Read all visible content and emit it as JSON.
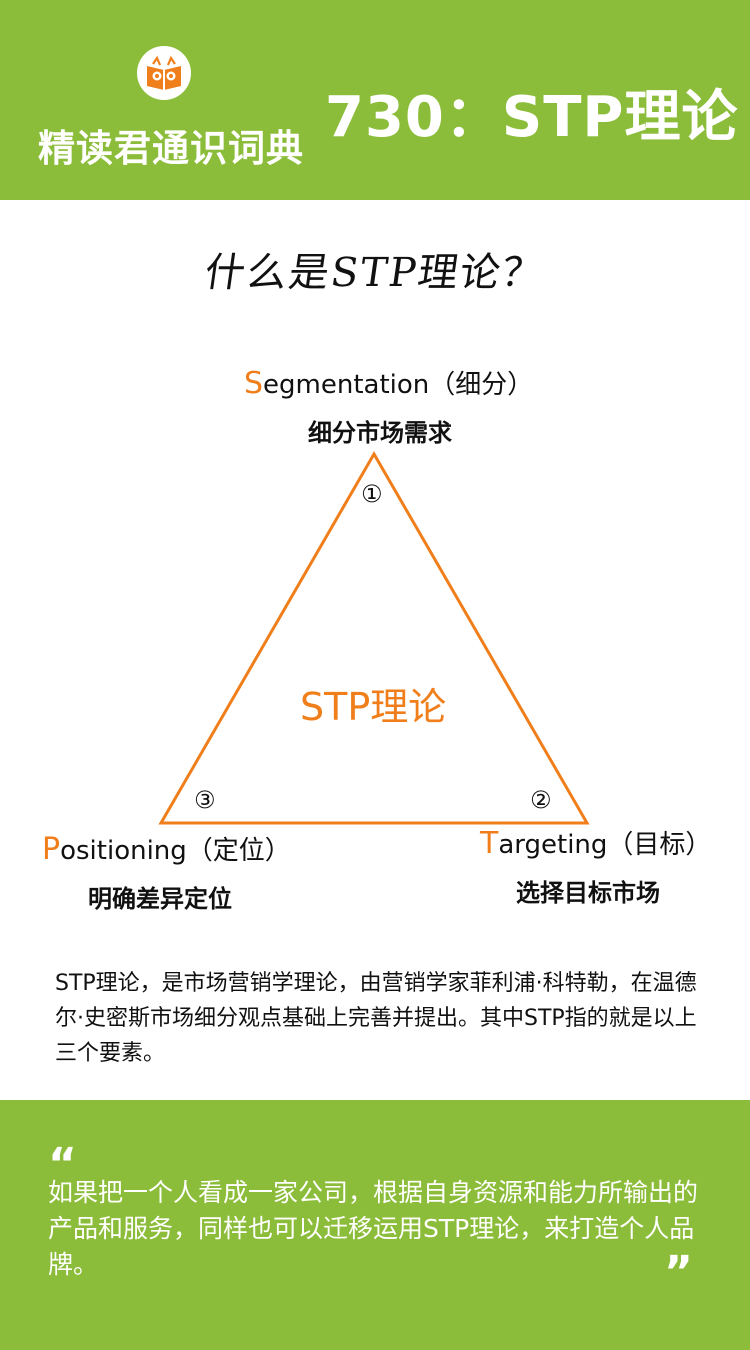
{
  "header": {
    "brand": "精读君通识词典",
    "title": "730：STP理论"
  },
  "question": "什么是STP理论？",
  "diagram": {
    "center": "STP理论",
    "top": {
      "first": "S",
      "rest": "egmentation（细分）",
      "cn": "细分市场需求",
      "num": "①"
    },
    "right": {
      "first": "T",
      "rest": "argeting（目标）",
      "cn": "选择目标市场",
      "num": "②"
    },
    "left": {
      "first": "P",
      "rest": "ositioning（定位）",
      "cn": "明确差异定位",
      "num": "③"
    }
  },
  "description": "STP理论，是市场营销学理论，由营销学家菲利浦·科特勒，在温德尔·史密斯市场细分观点基础上完善并提出。其中STP指的就是以上三个要素。",
  "quote": {
    "open": "“",
    "text": "如果把一个人看成一家公司，根据自身资源和能力所输出的产品和服务，同样也可以迁移运用STP理论，来打造个人品牌。",
    "close": "”"
  },
  "colors": {
    "green": "#8cbd3a",
    "orange": "#f07e1a"
  }
}
